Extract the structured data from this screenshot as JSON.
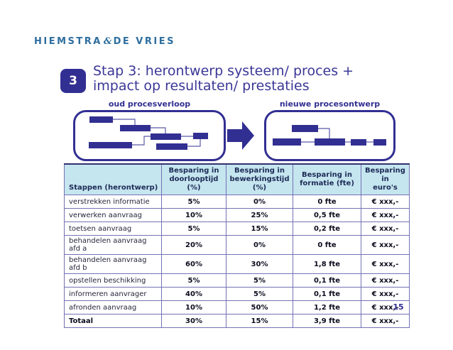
{
  "logo": {
    "left": "HIEMSTRA",
    "amp": "&",
    "right": "DE VRIES"
  },
  "slide": {
    "step_number": "3",
    "title": "Stap 3: herontwerp systeem/ proces + impact op resultaten/ prestaties",
    "page_number": "15"
  },
  "diagrams": {
    "old_label": "oud procesverloop",
    "new_label": "nieuwe procesontwerp"
  },
  "table": {
    "headers": [
      "Stappen (herontwerp)",
      "Besparing in\ndoorlooptijd (%)",
      "Besparing in\nbewerkingstijd (%)",
      "Besparing in\nformatie (fte)",
      "Besparing in\neuro's"
    ],
    "rows": [
      [
        "verstrekken informatie",
        "5%",
        "0%",
        "0 fte",
        "€ xxx,-"
      ],
      [
        "verwerken aanvraag",
        "10%",
        "25%",
        "0,5 fte",
        "€ xxx,-"
      ],
      [
        "toetsen aanvraag",
        "5%",
        "15%",
        "0,2 fte",
        "€ xxx,-"
      ],
      [
        "behandelen aanvraag afd a",
        "20%",
        "0%",
        "0 fte",
        "€ xxx,-"
      ],
      [
        "behandelen aanvraag afd b",
        "60%",
        "30%",
        "1,8 fte",
        "€ xxx,-"
      ],
      [
        "opstellen beschikking",
        "5%",
        "5%",
        "0,1 fte",
        "€ xxx,-"
      ],
      [
        "informeren aanvrager",
        "40%",
        "5%",
        "0,1 fte",
        "€ xxx,-"
      ],
      [
        "afronden aanvraag",
        "10%",
        "50%",
        "1,2 fte",
        "€ xxx,-"
      ],
      [
        "Totaal",
        "30%",
        "15%",
        "3,9 fte",
        "€ xxx,-"
      ]
    ]
  },
  "colors": {
    "brand_indigo": "#322f92",
    "logo_blue": "#2e6e9e",
    "table_header_bg": "#c5e5ef",
    "table_border": "#7472b4"
  }
}
